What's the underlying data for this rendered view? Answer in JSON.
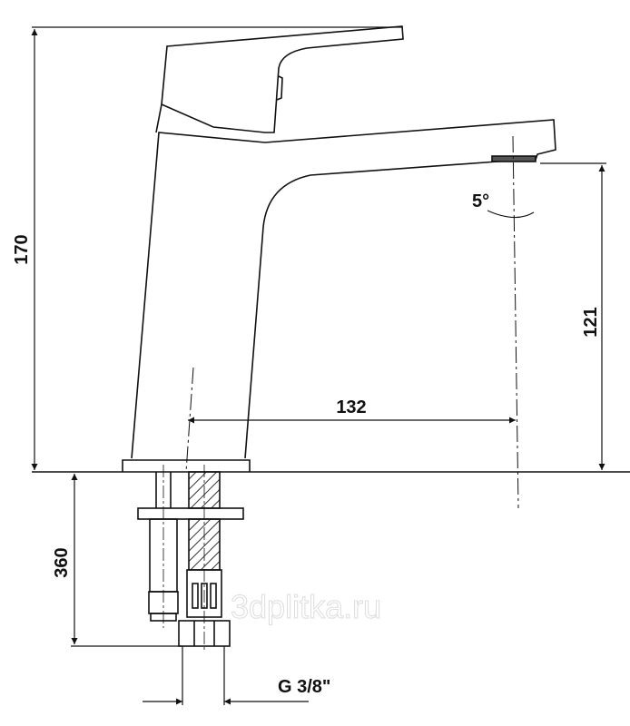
{
  "dimensions": {
    "total_height": "170",
    "spout_height": "121",
    "spout_reach": "132",
    "hose_length": "360",
    "thread": "G 3/8\"",
    "spout_angle": "5°"
  },
  "watermark": "3dplitka.ru",
  "colors": {
    "line": "#111111",
    "watermark": "#dddddd"
  }
}
